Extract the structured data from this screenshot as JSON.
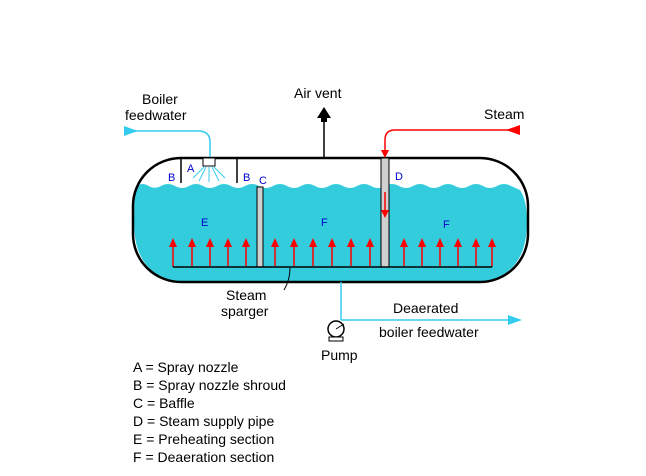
{
  "labels": {
    "boiler_feedwater_line1": "Boiler",
    "boiler_feedwater_line2": "feedwater",
    "air_vent": "Air vent",
    "steam": "Steam",
    "steam_sparger_line1": "Steam",
    "steam_sparger_line2": "sparger",
    "deaerated_line1": "Deaerated",
    "deaerated_line2": "boiler feedwater",
    "pump": "Pump"
  },
  "section_letters": {
    "a": "A",
    "b_left": "B",
    "b_right": "B",
    "c": "C",
    "d": "D",
    "e": "E",
    "f_middle": "F",
    "f_right": "F"
  },
  "legend": [
    "A = Spray nozzle",
    "B = Spray nozzle shroud",
    "C = Baffle",
    "D = Steam supply pipe",
    "E = Preheating section",
    "F = Deaeration section"
  ],
  "colors": {
    "water": "#33ccdd",
    "water_flow": "#33ccee",
    "steam": "#ff0000",
    "outline": "#000000",
    "letters": "#0000cc",
    "pipe_fill": "#d0d0d0"
  }
}
